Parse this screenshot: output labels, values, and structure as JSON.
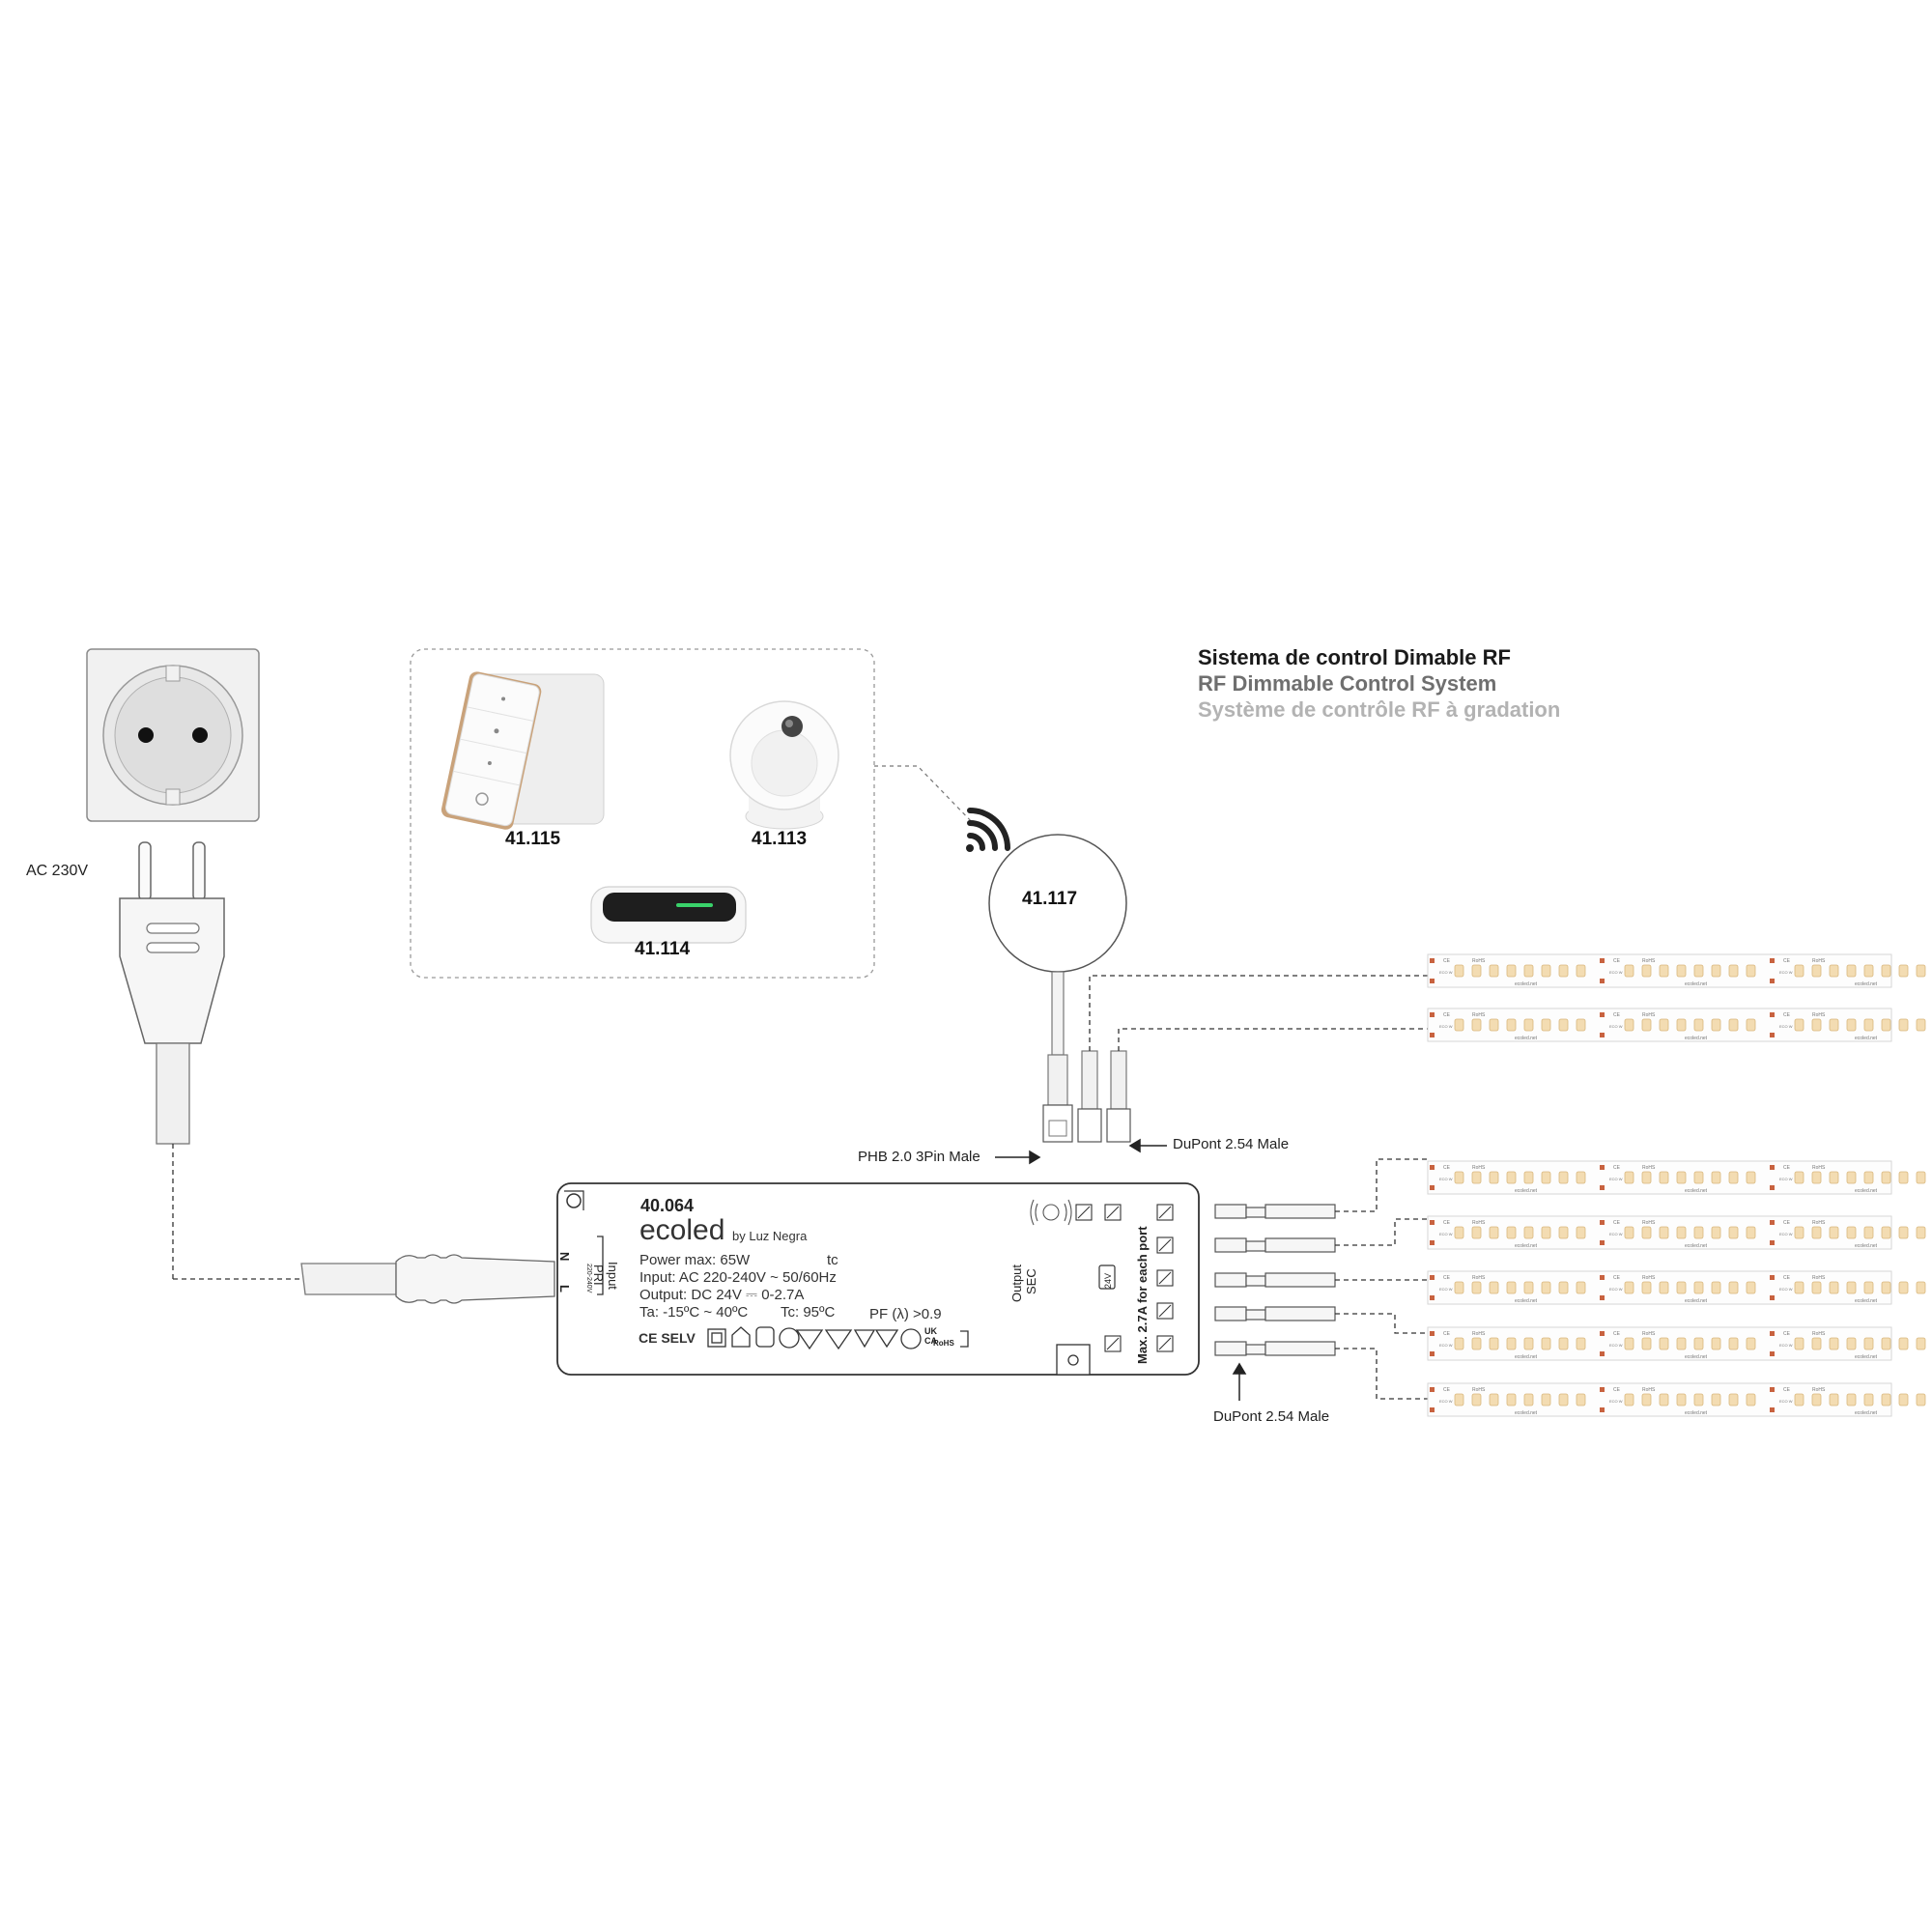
{
  "title": {
    "es": "Sistema de control Dimable RF",
    "en": "RF Dimmable Control System",
    "fr": "Système de contrôle RF à gradation"
  },
  "labels": {
    "ac": "AC 230V",
    "remote": "41.115",
    "sensor": "41.113",
    "hub": "41.114",
    "receiver": "41.117",
    "phb": "PHB 2.0 3Pin Male",
    "dupont_top": "DuPont 2.54 Male",
    "dupont_bottom": "DuPont 2.54 Male"
  },
  "driver": {
    "model": "40.064",
    "brand": "ecoled",
    "by": "by Luz Negra",
    "power": "Power max: 65W",
    "input": "Input: AC 220-240V ~ 50/60Hz",
    "output": "Output: DC 24V ⎓ 0-2.7A",
    "ta": "Ta: -15ºC ~ 40ºC",
    "tc": "Tc: 95ºC",
    "pf": "PF (λ) >0.9",
    "tc_mark": "tc",
    "input_side": "Input",
    "pri": "PRI",
    "pri_range": "220-240V",
    "n": "N",
    "l": "L",
    "output_side": "Output",
    "sec": "SEC",
    "volt_badge": "24V",
    "max_port": "Max. 2.7A for each port",
    "cert": "CE SELV",
    "ukca": "UK CA",
    "rohs": "RoHS"
  },
  "strip_text": {
    "watt": "ECO W",
    "rohs": "RoHS",
    "ce": "CE",
    "brand": "ecoled.net"
  },
  "colors": {
    "led": "#f3dcb2",
    "led_edge": "#d9b77d",
    "pad": "#c8623f",
    "line": "#333333",
    "hub_light": "#39d26a"
  }
}
